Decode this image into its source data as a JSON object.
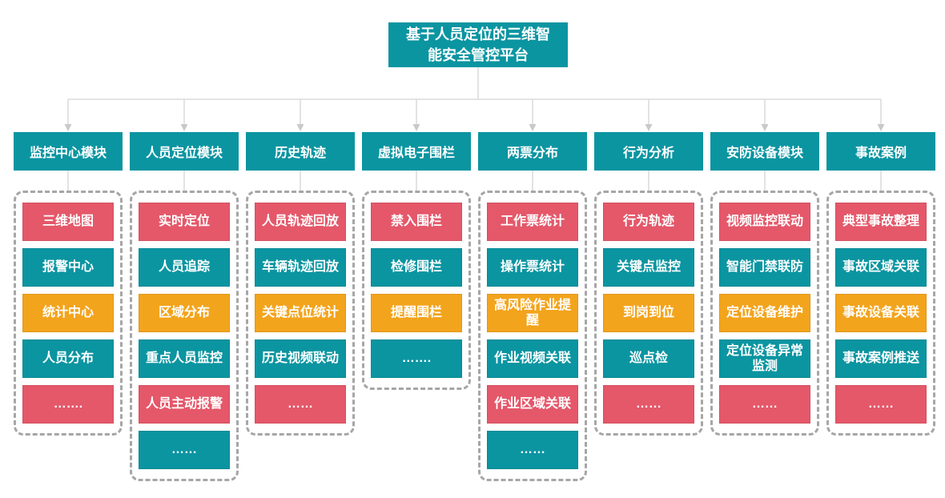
{
  "theme": {
    "teal": "#0b95a1",
    "red": "#e4586a",
    "orange": "#f3a41d",
    "line": "#dcdcdc",
    "arrow": "#c9c9c9",
    "dash_border": "#a6a6a6",
    "background": "#ffffff"
  },
  "root": {
    "title": "基于人员定位的三维智\n能安全管控平台"
  },
  "columns": [
    {
      "header": "监控中心模块",
      "items": [
        {
          "label": "三维地图",
          "color": "red"
        },
        {
          "label": "报警中心",
          "color": "teal"
        },
        {
          "label": "统计中心",
          "color": "orange"
        },
        {
          "label": "人员分布",
          "color": "teal"
        },
        {
          "label": "…….",
          "color": "red"
        }
      ]
    },
    {
      "header": "人员定位模块",
      "items": [
        {
          "label": "实时定位",
          "color": "red"
        },
        {
          "label": "人员追踪",
          "color": "teal"
        },
        {
          "label": "区域分布",
          "color": "orange"
        },
        {
          "label": "重点人员监控",
          "color": "teal"
        },
        {
          "label": "人员主动报警",
          "color": "red"
        },
        {
          "label": "……",
          "color": "teal"
        }
      ]
    },
    {
      "header": "历史轨迹",
      "items": [
        {
          "label": "人员轨迹回放",
          "color": "red"
        },
        {
          "label": "车辆轨迹回放",
          "color": "teal"
        },
        {
          "label": "关键点位统计",
          "color": "orange"
        },
        {
          "label": "历史视频联动",
          "color": "teal"
        },
        {
          "label": "……",
          "color": "red"
        }
      ]
    },
    {
      "header": "虚拟电子围栏",
      "items": [
        {
          "label": "禁入围栏",
          "color": "red"
        },
        {
          "label": "检修围栏",
          "color": "teal"
        },
        {
          "label": "提醒围栏",
          "color": "orange"
        },
        {
          "label": "…….",
          "color": "teal"
        }
      ]
    },
    {
      "header": "两票分布",
      "items": [
        {
          "label": "工作票统计",
          "color": "red"
        },
        {
          "label": "操作票统计",
          "color": "teal"
        },
        {
          "label": "高风险作业提醒",
          "color": "orange"
        },
        {
          "label": "作业视频关联",
          "color": "teal"
        },
        {
          "label": "作业区域关联",
          "color": "red"
        },
        {
          "label": "……",
          "color": "teal"
        }
      ]
    },
    {
      "header": "行为分析",
      "items": [
        {
          "label": "行为轨迹",
          "color": "red"
        },
        {
          "label": "关键点监控",
          "color": "teal"
        },
        {
          "label": "到岗到位",
          "color": "orange"
        },
        {
          "label": "巡点检",
          "color": "teal"
        },
        {
          "label": "……",
          "color": "red"
        }
      ]
    },
    {
      "header": "安防设备模块",
      "items": [
        {
          "label": "视频监控联动",
          "color": "red"
        },
        {
          "label": "智能门禁联防",
          "color": "teal"
        },
        {
          "label": "定位设备维护",
          "color": "orange"
        },
        {
          "label": "定位设备异常监测",
          "color": "teal"
        },
        {
          "label": "……",
          "color": "red"
        }
      ]
    },
    {
      "header": "事故案例",
      "items": [
        {
          "label": "典型事故整理",
          "color": "red"
        },
        {
          "label": "事故区域关联",
          "color": "teal"
        },
        {
          "label": "事故设备关联",
          "color": "orange"
        },
        {
          "label": "事故案例推送",
          "color": "teal"
        },
        {
          "label": "……",
          "color": "red"
        }
      ]
    }
  ]
}
